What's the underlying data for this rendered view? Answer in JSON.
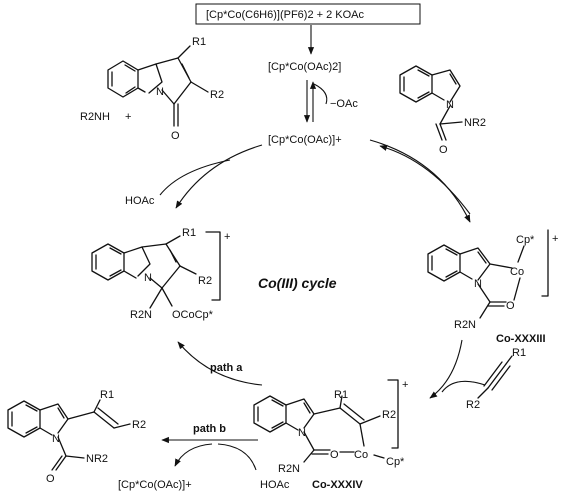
{
  "catalyst_precursor": "[Cp*Co(C6H6)](PF6)2 + 2 KOAc",
  "species": {
    "co_diacetate": "[Cp*Co(OAc)2]",
    "acetate_loss": "−OAc",
    "active_catalyst": "[Cp*Co(OAc)]+",
    "active_catalyst_out": "[Cp*Co(OAc)]+"
  },
  "cycle_title": "Co(III) cycle",
  "products": {
    "amine": "R2NH",
    "plus": "+"
  },
  "reagents": {
    "hoac_top": "HOAc",
    "hoac_bottom": "HOAc"
  },
  "pathways": {
    "path_a": "path a",
    "path_b": "path b"
  },
  "intermediates": {
    "metallacycle": "Co-XXXIII",
    "insertion": "Co-XXXIV"
  },
  "atom_labels": {
    "N": "N",
    "O": "O",
    "Co": "Co",
    "R1": "R1",
    "R2": "R2",
    "NR2": "NR2",
    "R2N": "R2N",
    "Cp": "Cp*",
    "OCoCp": "OCoCp*",
    "plus_charge": "+"
  }
}
